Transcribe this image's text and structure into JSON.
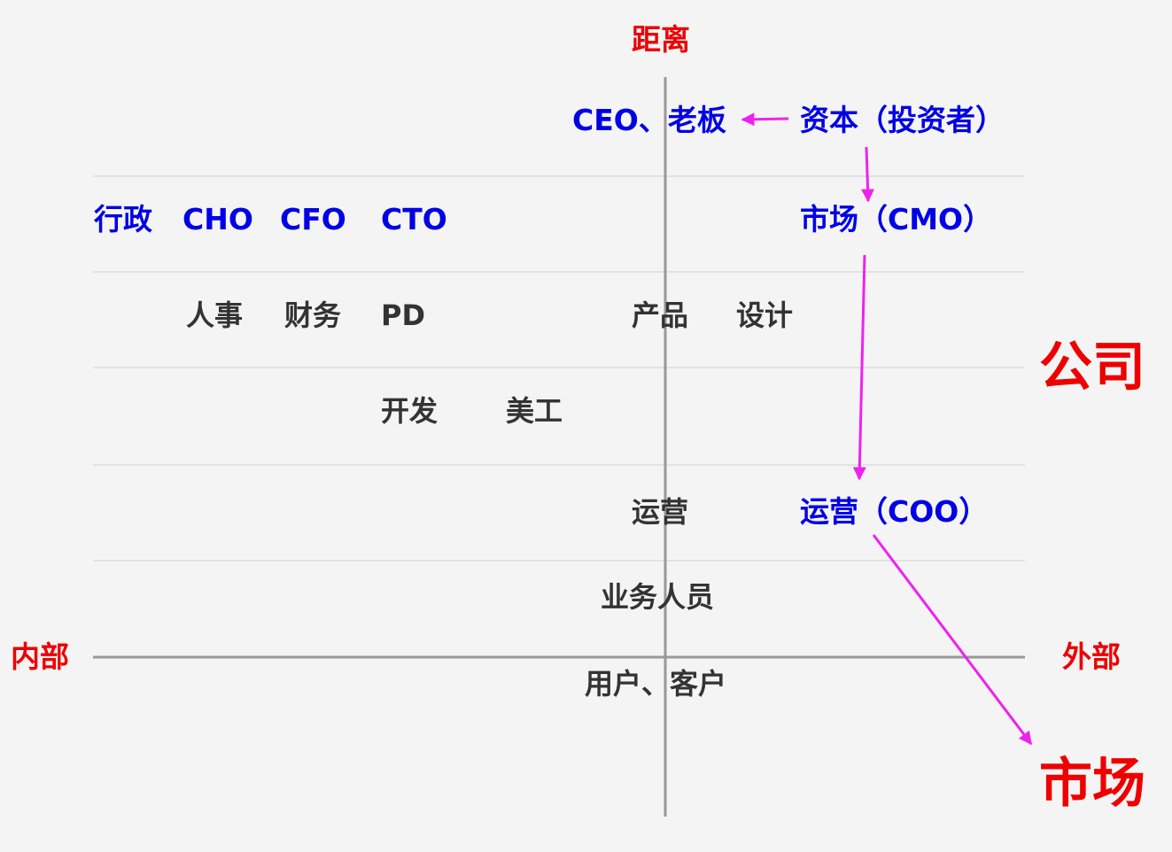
{
  "axes": {
    "top": "距离",
    "left": "内部",
    "right": "外部"
  },
  "regions": {
    "company": "公司",
    "market": "市场"
  },
  "rows": {
    "ceo": "CEO、老板",
    "capital": "资本（投资者）",
    "admin": "行政",
    "cho": "CHO",
    "cfo": "CFO",
    "cto": "CTO",
    "cmo": "市场（CMO）",
    "hr": "人事",
    "finance": "财务",
    "pd": "PD",
    "product": "产品",
    "design": "设计",
    "dev": "开发",
    "art": "美工",
    "operations": "运营",
    "coo": "运营（COO）",
    "sales": "业务人员",
    "users": "用户、客户"
  },
  "colors": {
    "background": "#f4f4f4",
    "axis": "#999999",
    "gridline": "#e2e2e2",
    "arrow": "#ee22ee",
    "red_text": "#ee0000",
    "blue_text": "#0000e6",
    "dark_text": "#333333"
  }
}
